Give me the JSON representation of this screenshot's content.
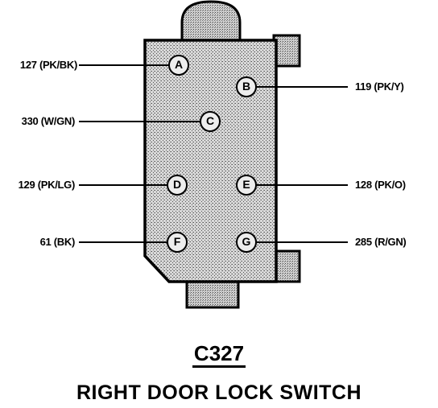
{
  "connector": {
    "id": "C327",
    "name": "RIGHT DOOR LOCK SWITCH"
  },
  "pins": [
    {
      "pin": "A",
      "circuit": "127 (PK/BK)"
    },
    {
      "pin": "B",
      "circuit": "119 (PK/Y)"
    },
    {
      "pin": "C",
      "circuit": "330 (W/GN)"
    },
    {
      "pin": "D",
      "circuit": "129 (PK/LG)"
    },
    {
      "pin": "E",
      "circuit": "128 (PK/O)"
    },
    {
      "pin": "F",
      "circuit": "61 (BK)"
    },
    {
      "pin": "G",
      "circuit": "285 (R/GN)"
    }
  ]
}
